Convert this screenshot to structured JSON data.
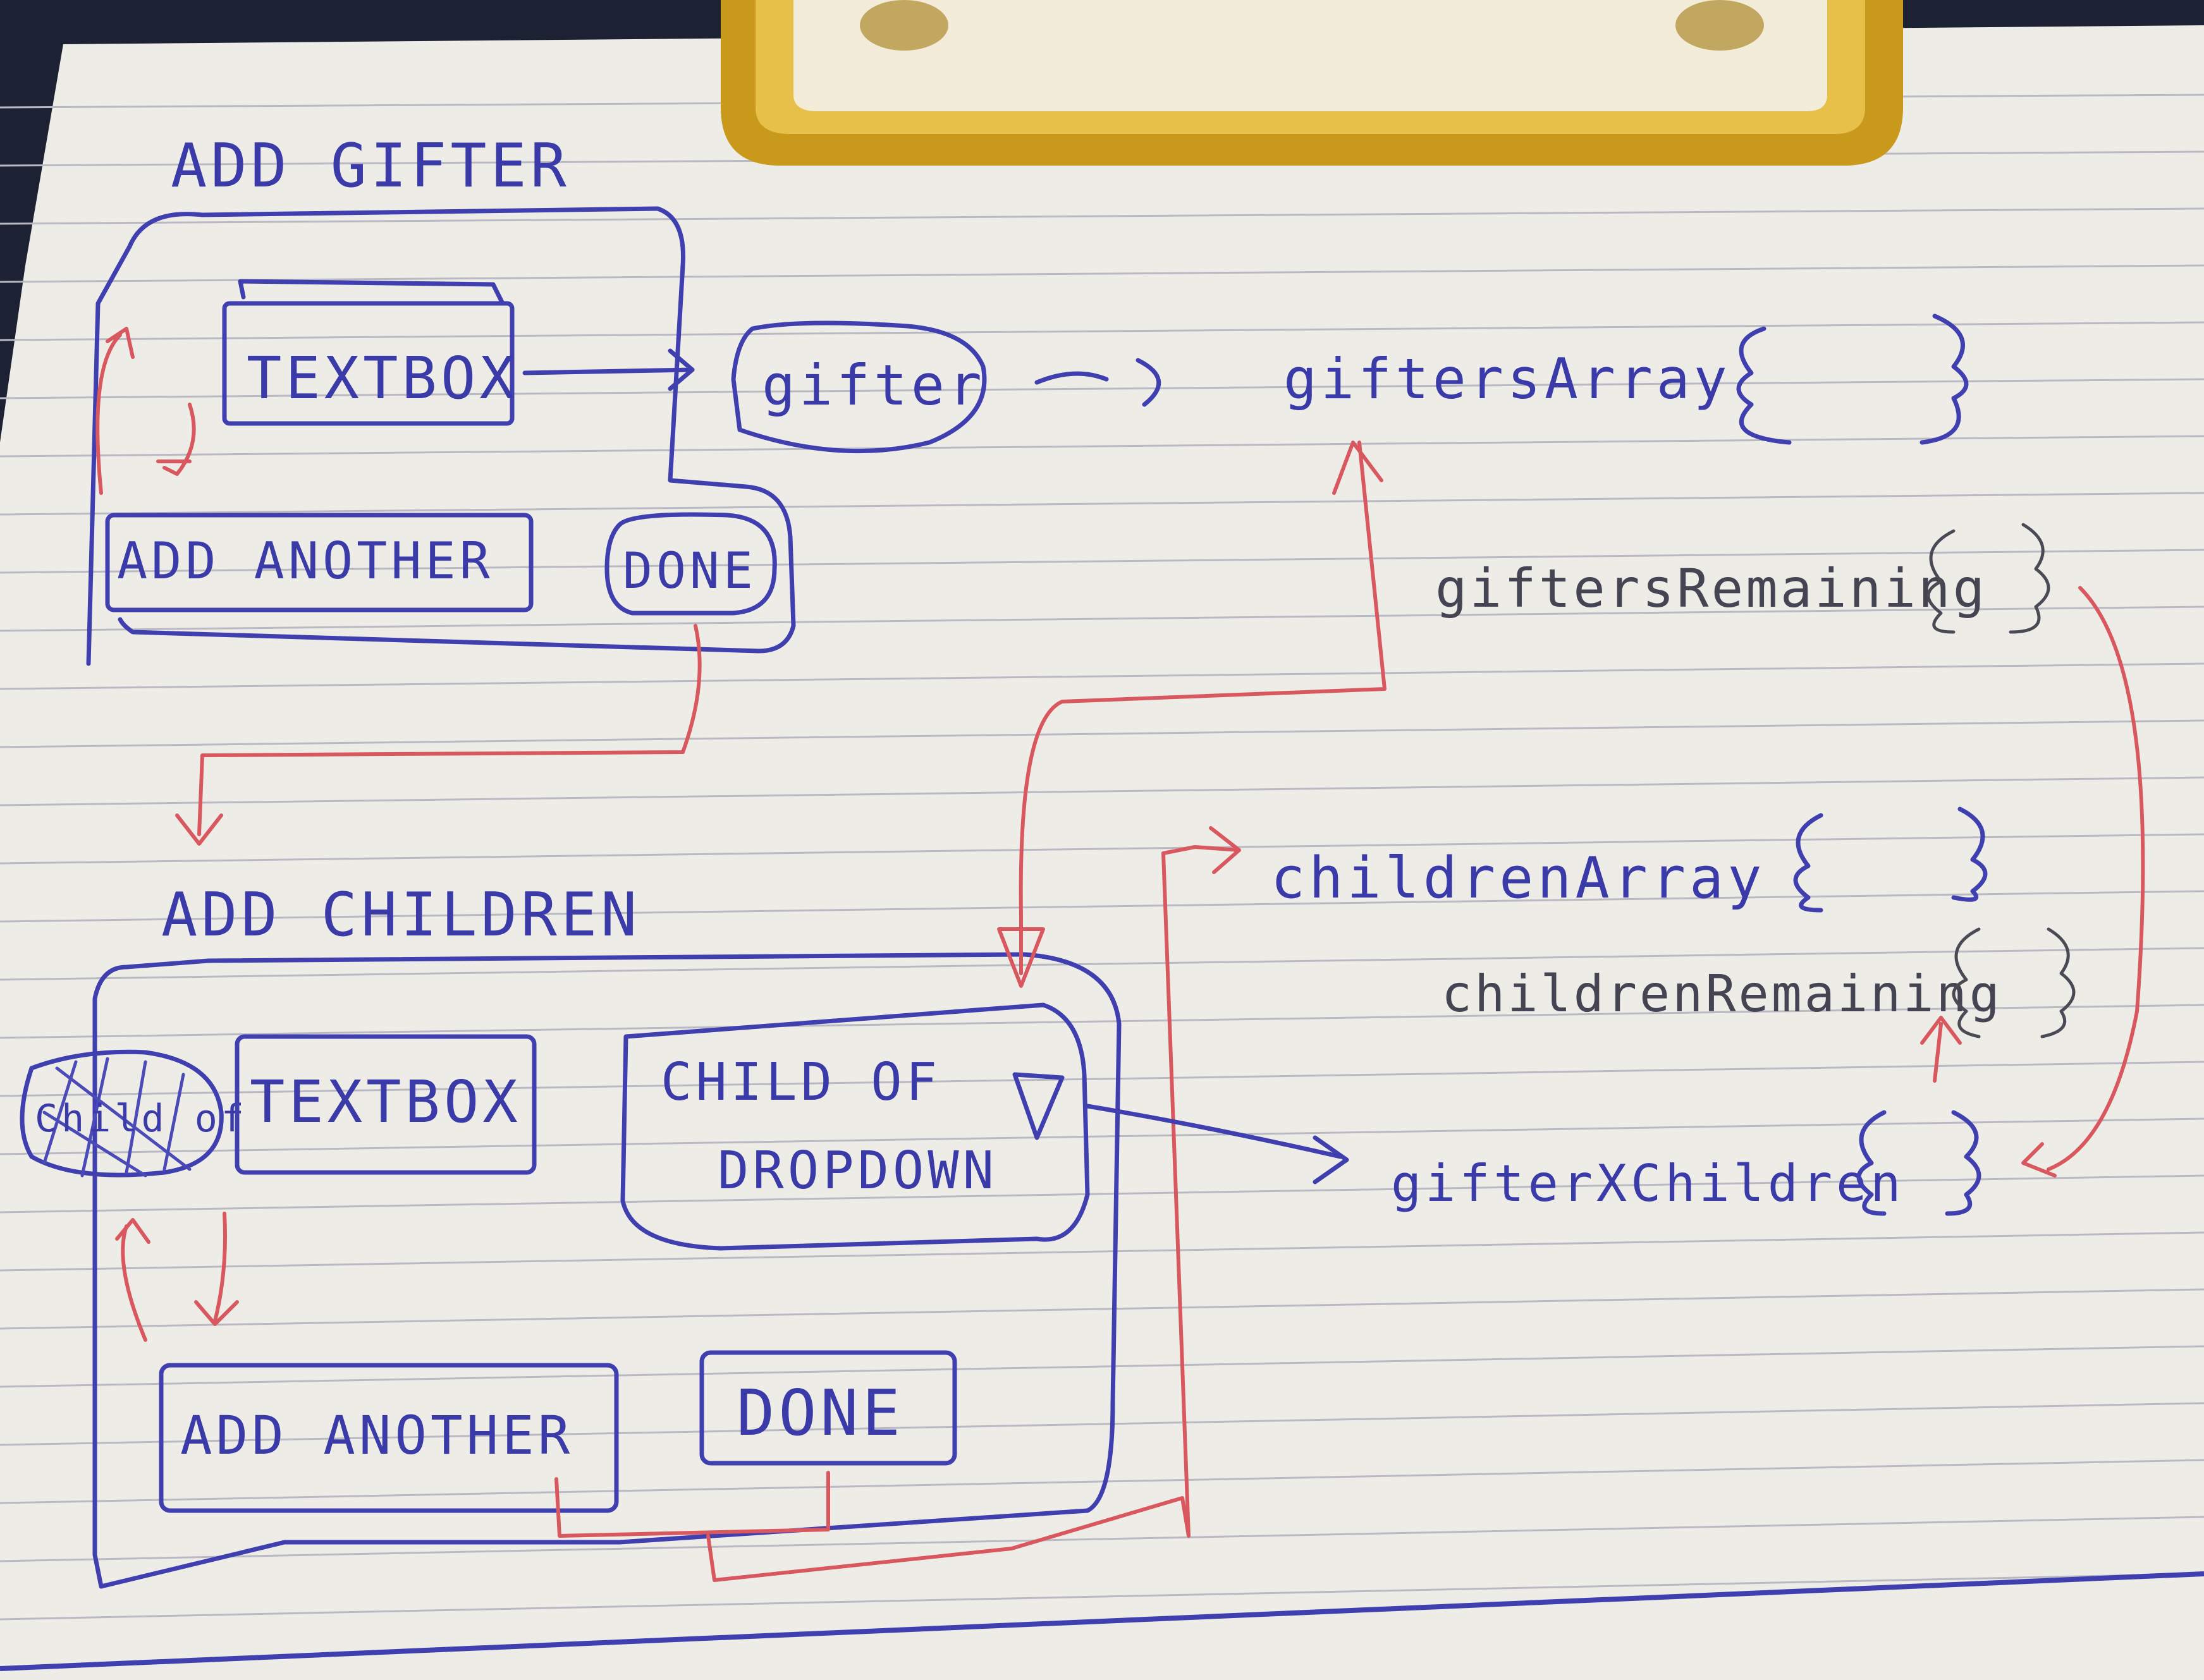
{
  "sections": {
    "add_gifter": {
      "title": "ADD GIFTER",
      "textbox": "TEXTBOX",
      "gifter": "gifter",
      "add_another": "ADD ANOTHER",
      "done": "DONE"
    },
    "add_children": {
      "title": "ADD CHILDREN",
      "child_of": "Child of",
      "textbox": "TEXTBOX",
      "dropdown_line1": "CHILD OF",
      "dropdown_line2": "DROPDOWN",
      "add_another": "ADD ANOTHER",
      "done": "DONE"
    }
  },
  "data_structures": {
    "gifters_array": "giftersArray",
    "gifters_remaining": "giftersRemaining",
    "children_array": "childrenArray",
    "children_remaining": "childrenRemaining",
    "gifter_x_children": "gifterXChildren",
    "braces": "{ }"
  },
  "colors": {
    "paper": "#eeece6",
    "ink_blue": "#3f3fb0",
    "ink_red": "#d9585f",
    "ink_dark": "#4a4a55",
    "clip_gold": "#d4a92a",
    "background": "#1c2233"
  }
}
